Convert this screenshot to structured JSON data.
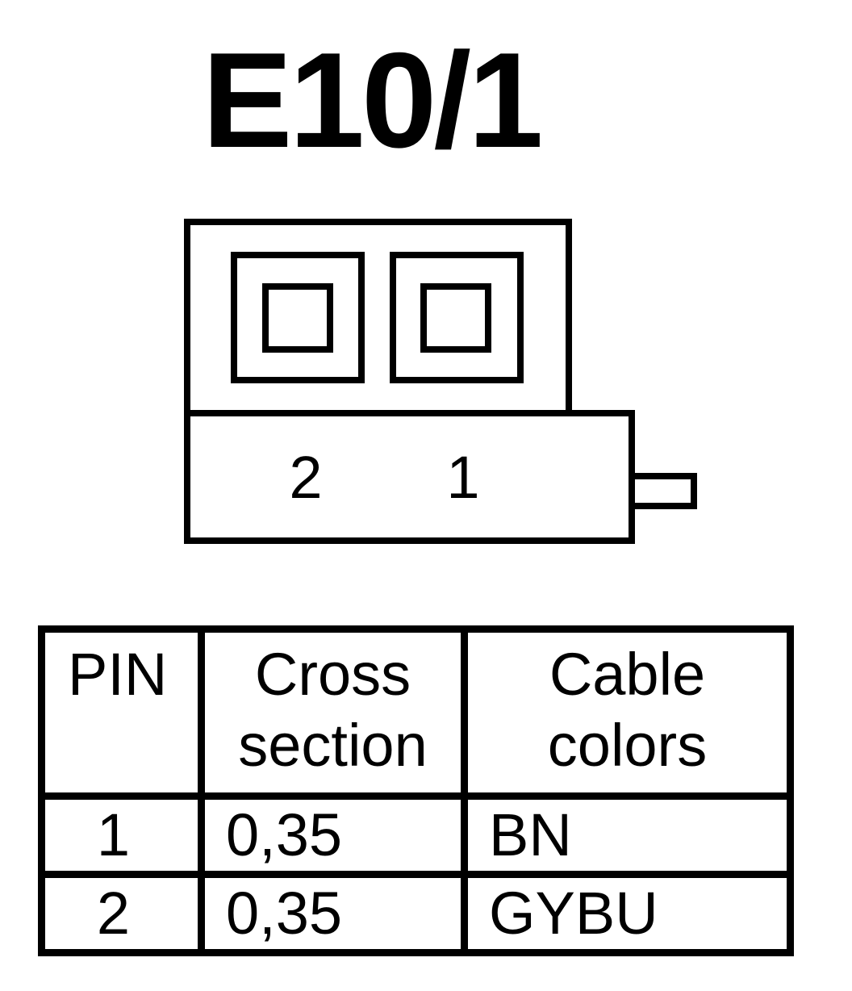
{
  "title": "E10/1",
  "connector": {
    "pin_labels": [
      "2",
      "1"
    ]
  },
  "table": {
    "headers": {
      "pin": "PIN",
      "cross_section": [
        "Cross",
        "section"
      ],
      "cable_colors": [
        "Cable",
        "colors"
      ]
    },
    "rows": [
      {
        "pin": "1",
        "cross_section": "0,35",
        "cable_color": "BN"
      },
      {
        "pin": "2",
        "cross_section": "0,35",
        "cable_color": "GYBU"
      }
    ]
  }
}
